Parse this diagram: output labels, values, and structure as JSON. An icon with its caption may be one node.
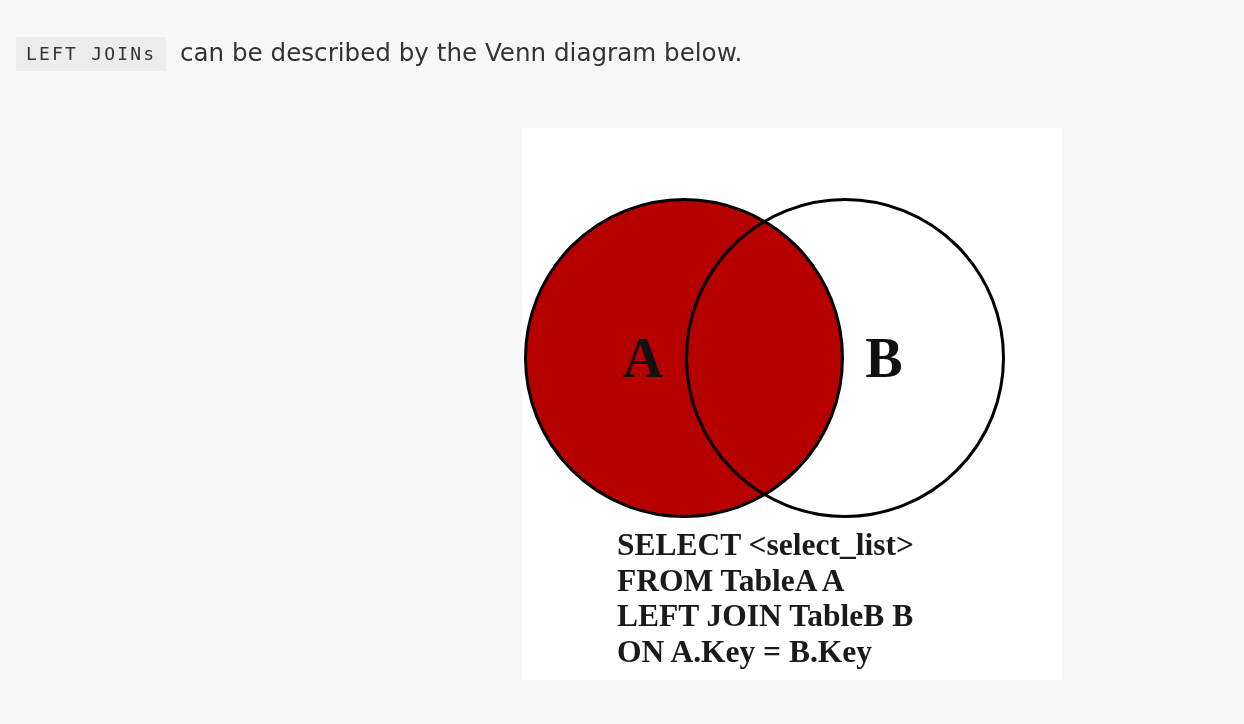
{
  "diagram": {
    "nodes": [
      {
        "text": [
          "A"
        ]
      },
      {
        "text": [
          "B"
        ]
      }
    ],
    "labels": [
      "LEFT JOINs",
      "can be described by the Venn diagram below.",
      "SELECT <select_list>",
      "FROM TableA A",
      "LEFT JOIN TableB B",
      "ON A.Key = B.Key"
    ]
  }
}
